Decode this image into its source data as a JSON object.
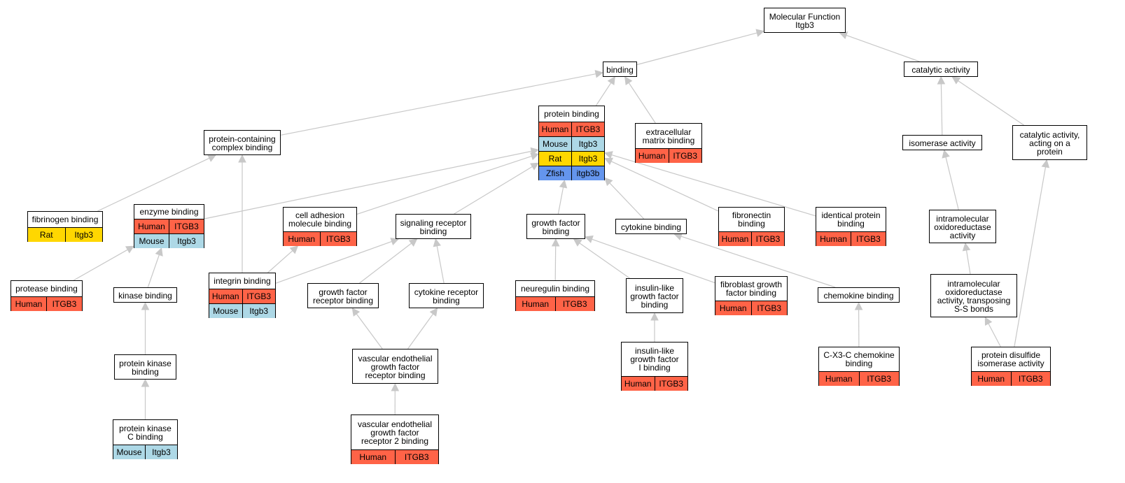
{
  "colors": {
    "Human": "#ff6347",
    "Mouse": "#add8e6",
    "Rat": "#ffd700",
    "Zfish": "#6495ed",
    "edge": "#c8c8c8"
  },
  "nodes": [
    {
      "id": "molecular-function",
      "label": "Molecular Function\nItgb3",
      "species": []
    },
    {
      "id": "binding",
      "label": "binding",
      "species": []
    },
    {
      "id": "catalytic-activity",
      "label": "catalytic activity",
      "species": []
    },
    {
      "id": "protein-binding",
      "label": "protein binding",
      "species": [
        [
          "Human",
          "ITGB3"
        ],
        [
          "Mouse",
          "Itgb3"
        ],
        [
          "Rat",
          "Itgb3"
        ],
        [
          "Zfish",
          "itgb3b"
        ]
      ]
    },
    {
      "id": "extracellular-matrix-binding",
      "label": "extracellular\nmatrix binding",
      "species": [
        [
          "Human",
          "ITGB3"
        ]
      ]
    },
    {
      "id": "protein-containing-complex-binding",
      "label": "protein-containing\ncomplex binding",
      "species": []
    },
    {
      "id": "isomerase-activity",
      "label": "isomerase activity",
      "species": []
    },
    {
      "id": "catalytic-activity-acting-on-a-protein",
      "label": "catalytic activity,\nacting on a\nprotein",
      "species": []
    },
    {
      "id": "fibrinogen-binding",
      "label": "fibrinogen binding",
      "species": [
        [
          "Rat",
          "Itgb3"
        ]
      ]
    },
    {
      "id": "enzyme-binding",
      "label": "enzyme binding",
      "species": [
        [
          "Human",
          "ITGB3"
        ],
        [
          "Mouse",
          "Itgb3"
        ]
      ]
    },
    {
      "id": "cell-adhesion-molecule-binding",
      "label": "cell adhesion\nmolecule binding",
      "species": [
        [
          "Human",
          "ITGB3"
        ]
      ]
    },
    {
      "id": "signaling-receptor-binding",
      "label": "signaling receptor\nbinding",
      "species": []
    },
    {
      "id": "growth-factor-binding",
      "label": "growth factor\nbinding",
      "species": []
    },
    {
      "id": "cytokine-binding",
      "label": "cytokine binding",
      "species": []
    },
    {
      "id": "fibronectin-binding",
      "label": "fibronectin\nbinding",
      "species": [
        [
          "Human",
          "ITGB3"
        ]
      ]
    },
    {
      "id": "identical-protein-binding",
      "label": "identical protein\nbinding",
      "species": [
        [
          "Human",
          "ITGB3"
        ]
      ]
    },
    {
      "id": "intramolecular-oxidoreductase-activity",
      "label": "intramolecular\noxidoreductase\nactivity",
      "species": []
    },
    {
      "id": "protease-binding",
      "label": "protease binding",
      "species": [
        [
          "Human",
          "ITGB3"
        ]
      ]
    },
    {
      "id": "kinase-binding",
      "label": "kinase binding",
      "species": []
    },
    {
      "id": "integrin-binding",
      "label": "integrin binding",
      "species": [
        [
          "Human",
          "ITGB3"
        ],
        [
          "Mouse",
          "Itgb3"
        ]
      ]
    },
    {
      "id": "growth-factor-receptor-binding",
      "label": "growth factor\nreceptor binding",
      "species": []
    },
    {
      "id": "cytokine-receptor-binding",
      "label": "cytokine receptor\nbinding",
      "species": []
    },
    {
      "id": "neuregulin-binding",
      "label": "neuregulin binding",
      "species": [
        [
          "Human",
          "ITGB3"
        ]
      ]
    },
    {
      "id": "insulin-like-growth-factor-binding",
      "label": "insulin-like\ngrowth factor\nbinding",
      "species": []
    },
    {
      "id": "fibroblast-growth-factor-binding",
      "label": "fibroblast growth\nfactor binding",
      "species": [
        [
          "Human",
          "ITGB3"
        ]
      ]
    },
    {
      "id": "chemokine-binding",
      "label": "chemokine binding",
      "species": []
    },
    {
      "id": "intramolecular-oxidoreductase-activity-transposing-s-s-bonds",
      "label": "intramolecular\noxidoreductase\nactivity, transposing\nS-S bonds",
      "species": []
    },
    {
      "id": "protein-kinase-binding",
      "label": "protein kinase\nbinding",
      "species": []
    },
    {
      "id": "vascular-endothelial-growth-factor-receptor-binding",
      "label": "vascular endothelial\ngrowth factor\nreceptor binding",
      "species": []
    },
    {
      "id": "insulin-like-growth-factor-i-binding",
      "label": "insulin-like\ngrowth factor\nI binding",
      "species": [
        [
          "Human",
          "ITGB3"
        ]
      ]
    },
    {
      "id": "c-x3-c-chemokine-binding",
      "label": "C-X3-C chemokine\nbinding",
      "species": [
        [
          "Human",
          "ITGB3"
        ]
      ]
    },
    {
      "id": "protein-disulfide-isomerase-activity",
      "label": "protein disulfide\nisomerase activity",
      "species": [
        [
          "Human",
          "ITGB3"
        ]
      ]
    },
    {
      "id": "protein-kinase-c-binding",
      "label": "protein kinase\nC binding",
      "species": [
        [
          "Mouse",
          "Itgb3"
        ]
      ]
    },
    {
      "id": "vascular-endothelial-growth-factor-receptor-2-binding",
      "label": "vascular endothelial\ngrowth factor\nreceptor 2 binding",
      "species": [
        [
          "Human",
          "ITGB3"
        ]
      ]
    }
  ],
  "edges": [
    [
      "binding",
      "molecular-function"
    ],
    [
      "catalytic-activity",
      "molecular-function"
    ],
    [
      "protein-binding",
      "binding"
    ],
    [
      "extracellular-matrix-binding",
      "binding"
    ],
    [
      "protein-containing-complex-binding",
      "binding"
    ],
    [
      "isomerase-activity",
      "catalytic-activity"
    ],
    [
      "catalytic-activity-acting-on-a-protein",
      "catalytic-activity"
    ],
    [
      "fibrinogen-binding",
      "protein-containing-complex-binding"
    ],
    [
      "integrin-binding",
      "protein-containing-complex-binding"
    ],
    [
      "enzyme-binding",
      "protein-binding"
    ],
    [
      "cell-adhesion-molecule-binding",
      "protein-binding"
    ],
    [
      "signaling-receptor-binding",
      "protein-binding"
    ],
    [
      "growth-factor-binding",
      "protein-binding"
    ],
    [
      "cytokine-binding",
      "protein-binding"
    ],
    [
      "fibronectin-binding",
      "protein-binding"
    ],
    [
      "identical-protein-binding",
      "protein-binding"
    ],
    [
      "intramolecular-oxidoreductase-activity",
      "isomerase-activity"
    ],
    [
      "protein-disulfide-isomerase-activity",
      "catalytic-activity-acting-on-a-protein"
    ],
    [
      "protease-binding",
      "enzyme-binding"
    ],
    [
      "kinase-binding",
      "enzyme-binding"
    ],
    [
      "integrin-binding",
      "cell-adhesion-molecule-binding"
    ],
    [
      "integrin-binding",
      "signaling-receptor-binding"
    ],
    [
      "growth-factor-receptor-binding",
      "signaling-receptor-binding"
    ],
    [
      "cytokine-receptor-binding",
      "signaling-receptor-binding"
    ],
    [
      "neuregulin-binding",
      "growth-factor-binding"
    ],
    [
      "insulin-like-growth-factor-binding",
      "growth-factor-binding"
    ],
    [
      "fibroblast-growth-factor-binding",
      "growth-factor-binding"
    ],
    [
      "chemokine-binding",
      "cytokine-binding"
    ],
    [
      "intramolecular-oxidoreductase-activity-transposing-s-s-bonds",
      "intramolecular-oxidoreductase-activity"
    ],
    [
      "protein-kinase-binding",
      "kinase-binding"
    ],
    [
      "vascular-endothelial-growth-factor-receptor-binding",
      "growth-factor-receptor-binding"
    ],
    [
      "vascular-endothelial-growth-factor-receptor-binding",
      "cytokine-receptor-binding"
    ],
    [
      "insulin-like-growth-factor-i-binding",
      "insulin-like-growth-factor-binding"
    ],
    [
      "c-x3-c-chemokine-binding",
      "chemokine-binding"
    ],
    [
      "protein-disulfide-isomerase-activity",
      "intramolecular-oxidoreductase-activity-transposing-s-s-bonds"
    ],
    [
      "protein-kinase-c-binding",
      "protein-kinase-binding"
    ],
    [
      "vascular-endothelial-growth-factor-receptor-2-binding",
      "vascular-endothelial-growth-factor-receptor-binding"
    ]
  ]
}
